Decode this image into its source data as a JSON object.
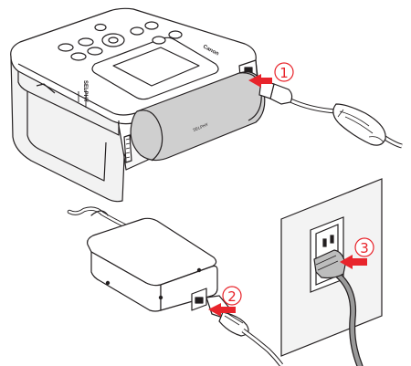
{
  "steps": [
    {
      "number": "1",
      "description": "Connect the power cord to the printer"
    },
    {
      "number": "2",
      "description": "Connect the power cord to the compact power adapter"
    },
    {
      "number": "3",
      "description": "Plug the power plug into the wall outlet"
    }
  ],
  "printer": {
    "brand": "Canon",
    "model_lettering": "SELPHY",
    "paper_cassette_lettering": "SELPHY"
  },
  "colors": {
    "line": "#231f20",
    "arrow": "#e8242b",
    "wall": "#f3f3f3",
    "cable_shade": "#9a9a9a",
    "device_face": "#ffffff",
    "device_shadow": "#d8d8d8",
    "cassette": "#cfcfcf"
  },
  "icons": [
    "arrow-right-icon",
    "arrow-left-icon"
  ]
}
